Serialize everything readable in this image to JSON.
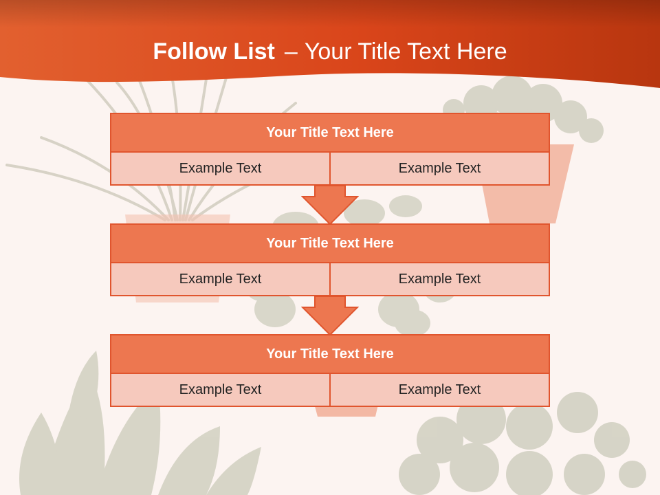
{
  "header": {
    "title_bold": "Follow List",
    "title_dash": "–",
    "title_rest": "Your Title Text Here"
  },
  "steps": [
    {
      "title": "Your Title Text Here",
      "left": "Example Text",
      "right": "Example Text"
    },
    {
      "title": "Your Title Text Here",
      "left": "Example Text",
      "right": "Example Text"
    },
    {
      "title": "Your Title Text Here",
      "left": "Example Text",
      "right": "Example Text"
    }
  ],
  "colors": {
    "banner": "#d9451a",
    "box_header": "#ed7750",
    "box_border": "#e0552e",
    "box_body": "#f6c9bd",
    "background": "#fcf4f1"
  }
}
